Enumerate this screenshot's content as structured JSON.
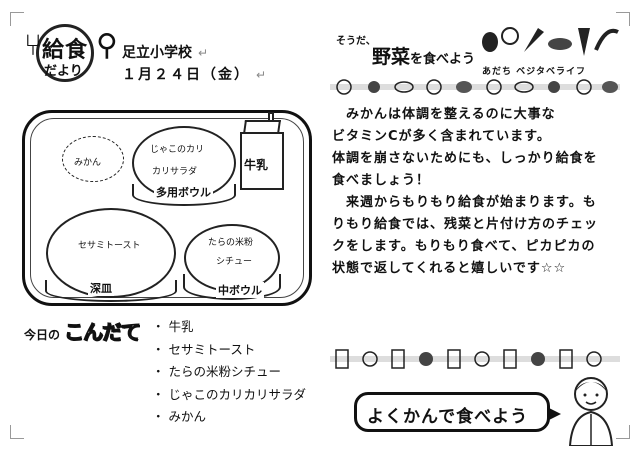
{
  "header": {
    "logo_big": "給食",
    "logo_small": "だより",
    "school": "足立小学校",
    "date": "１月２４日（金）",
    "pilcrow": "↵"
  },
  "tray": {
    "mikan": "みかん",
    "salad_line1": "じゃこのカリ",
    "salad_line2": "カリサラダ",
    "salad_bowl": "多用ボウル",
    "milk": "牛乳",
    "bread": "セサミトースト",
    "bread_dish": "深皿",
    "stew_line1": "たらの米粉",
    "stew_line2": "シチュー",
    "stew_bowl": "中ボウル"
  },
  "menu": {
    "heading_small": "今日の",
    "heading_big": "こんだて",
    "items": [
      "牛乳",
      "セサミトースト",
      "たらの米粉シチュー",
      "じゃこのカリカリサラダ",
      "みかん"
    ]
  },
  "veg_header": {
    "soda": "そうだ、",
    "title": "野菜",
    "title_rest": "を食べよう",
    "sub": "あだち ベジタベライフ"
  },
  "article": {
    "lines": [
      "　みかんは体調を整えるのに大事な",
      "ビタミンCが多く含まれています。",
      "体調を崩さないためにも、しっかり給食を",
      "食べましょう！",
      "　来週からもりもり給食が始まります。も",
      "りもり給食では、残菜と片付け方のチェッ",
      "クをします。もりもり食べて、ピカピカの",
      "状態で返してくれると嬉しいです☆☆"
    ]
  },
  "bubble": {
    "text": "よくかんで食べよう"
  }
}
